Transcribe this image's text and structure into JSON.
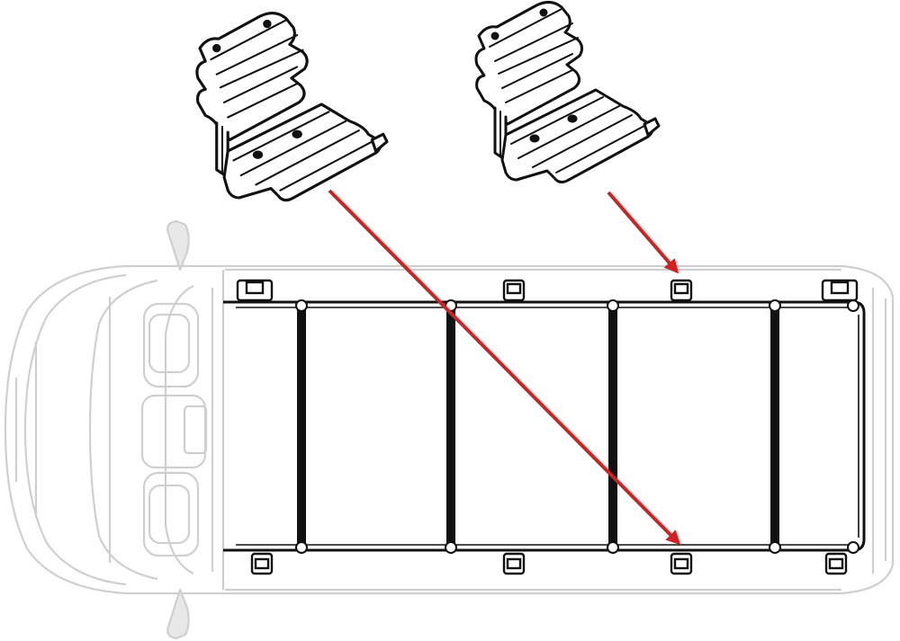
{
  "diagram": {
    "kind": "roof-rack-bracket-installation",
    "brackets": [
      {
        "label": "",
        "icon": "mounting-bracket-icon",
        "target": "rear-left-clamp"
      },
      {
        "label": "",
        "icon": "mounting-bracket-icon",
        "target": "rear-right-clamp"
      }
    ],
    "rack": {
      "crossbars": 4,
      "side_clamps_per_side": 4
    },
    "vehicle": {
      "icon": "van-top-view-icon"
    },
    "colors": {
      "arrow": "#d42020",
      "rack_stroke": "#111111",
      "van_stroke": "#cfcfcf",
      "bracket_stroke": "#111111",
      "background": "#ffffff"
    }
  }
}
